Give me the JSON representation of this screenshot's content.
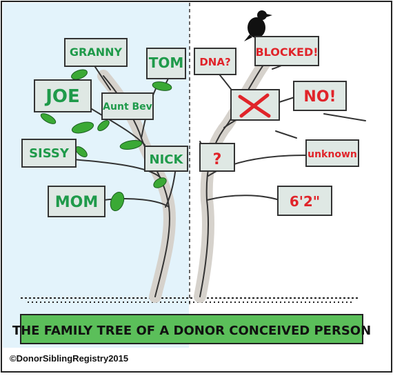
{
  "banner": {
    "title": "THE FAMILY TREE OF A DONOR CONCEIVED PERSON"
  },
  "known_side": {
    "labels": [
      "GRANNY",
      "TOM",
      "JOE",
      "Aunt Bev",
      "SISSY",
      "NICK",
      "MOM"
    ],
    "label_color": "#1f9a4a",
    "background": "#e3f3fb"
  },
  "unknown_side": {
    "labels": [
      "DNA?",
      "BLOCKED!",
      "NO!",
      "?",
      "unknown",
      "6'2\""
    ],
    "label_color": "#e0242a",
    "crossed_sign_icon": "red-x-mark"
  },
  "copyright": "©DonorSiblingRegistry2015",
  "colors": {
    "leaf": "#3aa935",
    "banner": "#5bbf5a",
    "sign": "#dfe8e4",
    "trunk": "#d6d2cc"
  }
}
